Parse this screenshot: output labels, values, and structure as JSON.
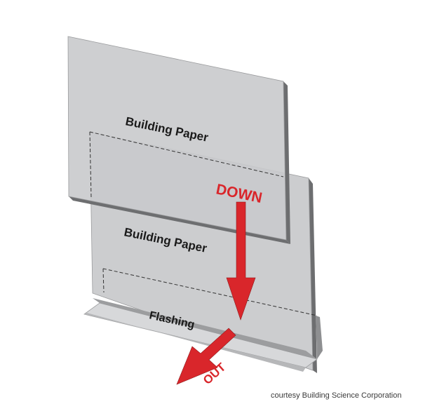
{
  "labels": {
    "upper_paper": "Building Paper",
    "lower_paper": "Building Paper",
    "flashing": "Flashing",
    "down": "DOWN",
    "out": "OUT"
  },
  "credit": "courtesy Building Science Corporation",
  "colors": {
    "paper_fill": "#c9cacc",
    "paper_edge": "#4a4b4d",
    "flashing_fill": "#d7d8da",
    "arrow": "#d9262b",
    "text": "#1a1a1a"
  }
}
